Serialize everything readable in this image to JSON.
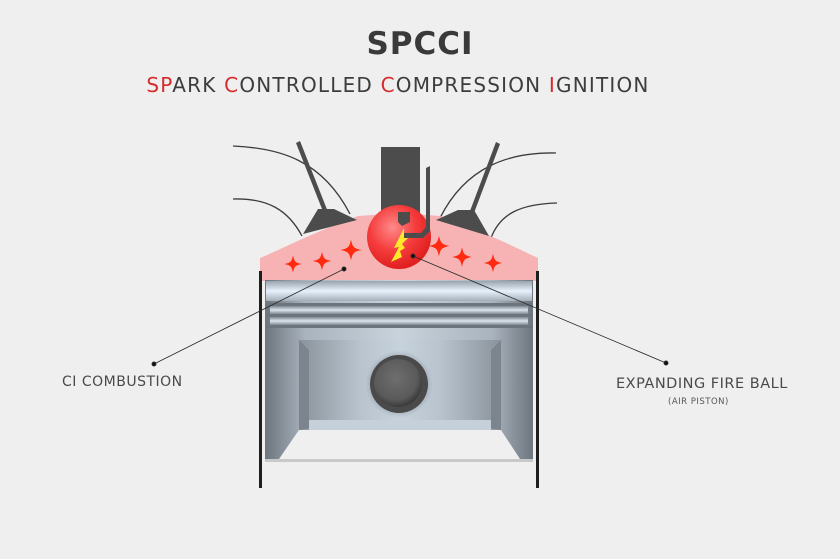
{
  "header": {
    "title": "SPCCI",
    "subtitle_parts": [
      {
        "text": "SP",
        "highlight": true
      },
      {
        "text": "ARK ",
        "highlight": false
      },
      {
        "text": "C",
        "highlight": true
      },
      {
        "text": "ONTROLLED ",
        "highlight": false
      },
      {
        "text": "C",
        "highlight": true
      },
      {
        "text": "OMPRESSION ",
        "highlight": false
      },
      {
        "text": "I",
        "highlight": true
      },
      {
        "text": "GNITION",
        "highlight": false
      }
    ]
  },
  "labels": {
    "ci_combustion": "CI COMBUSTION",
    "expanding_fire_ball": "EXPANDING FIRE BALL",
    "expanding_fire_ball_sub": "(AIR PISTON)"
  },
  "colors": {
    "highlight_red": "#d62b2b",
    "chamber_pink": "#f7b3b3",
    "star_red": "#ff2a10",
    "fireball_red": "#f23a3a",
    "spark_yellow": "#ffe82a",
    "valve_gray": "#4c4c4c",
    "piston_steel": "#8f9aa6"
  }
}
